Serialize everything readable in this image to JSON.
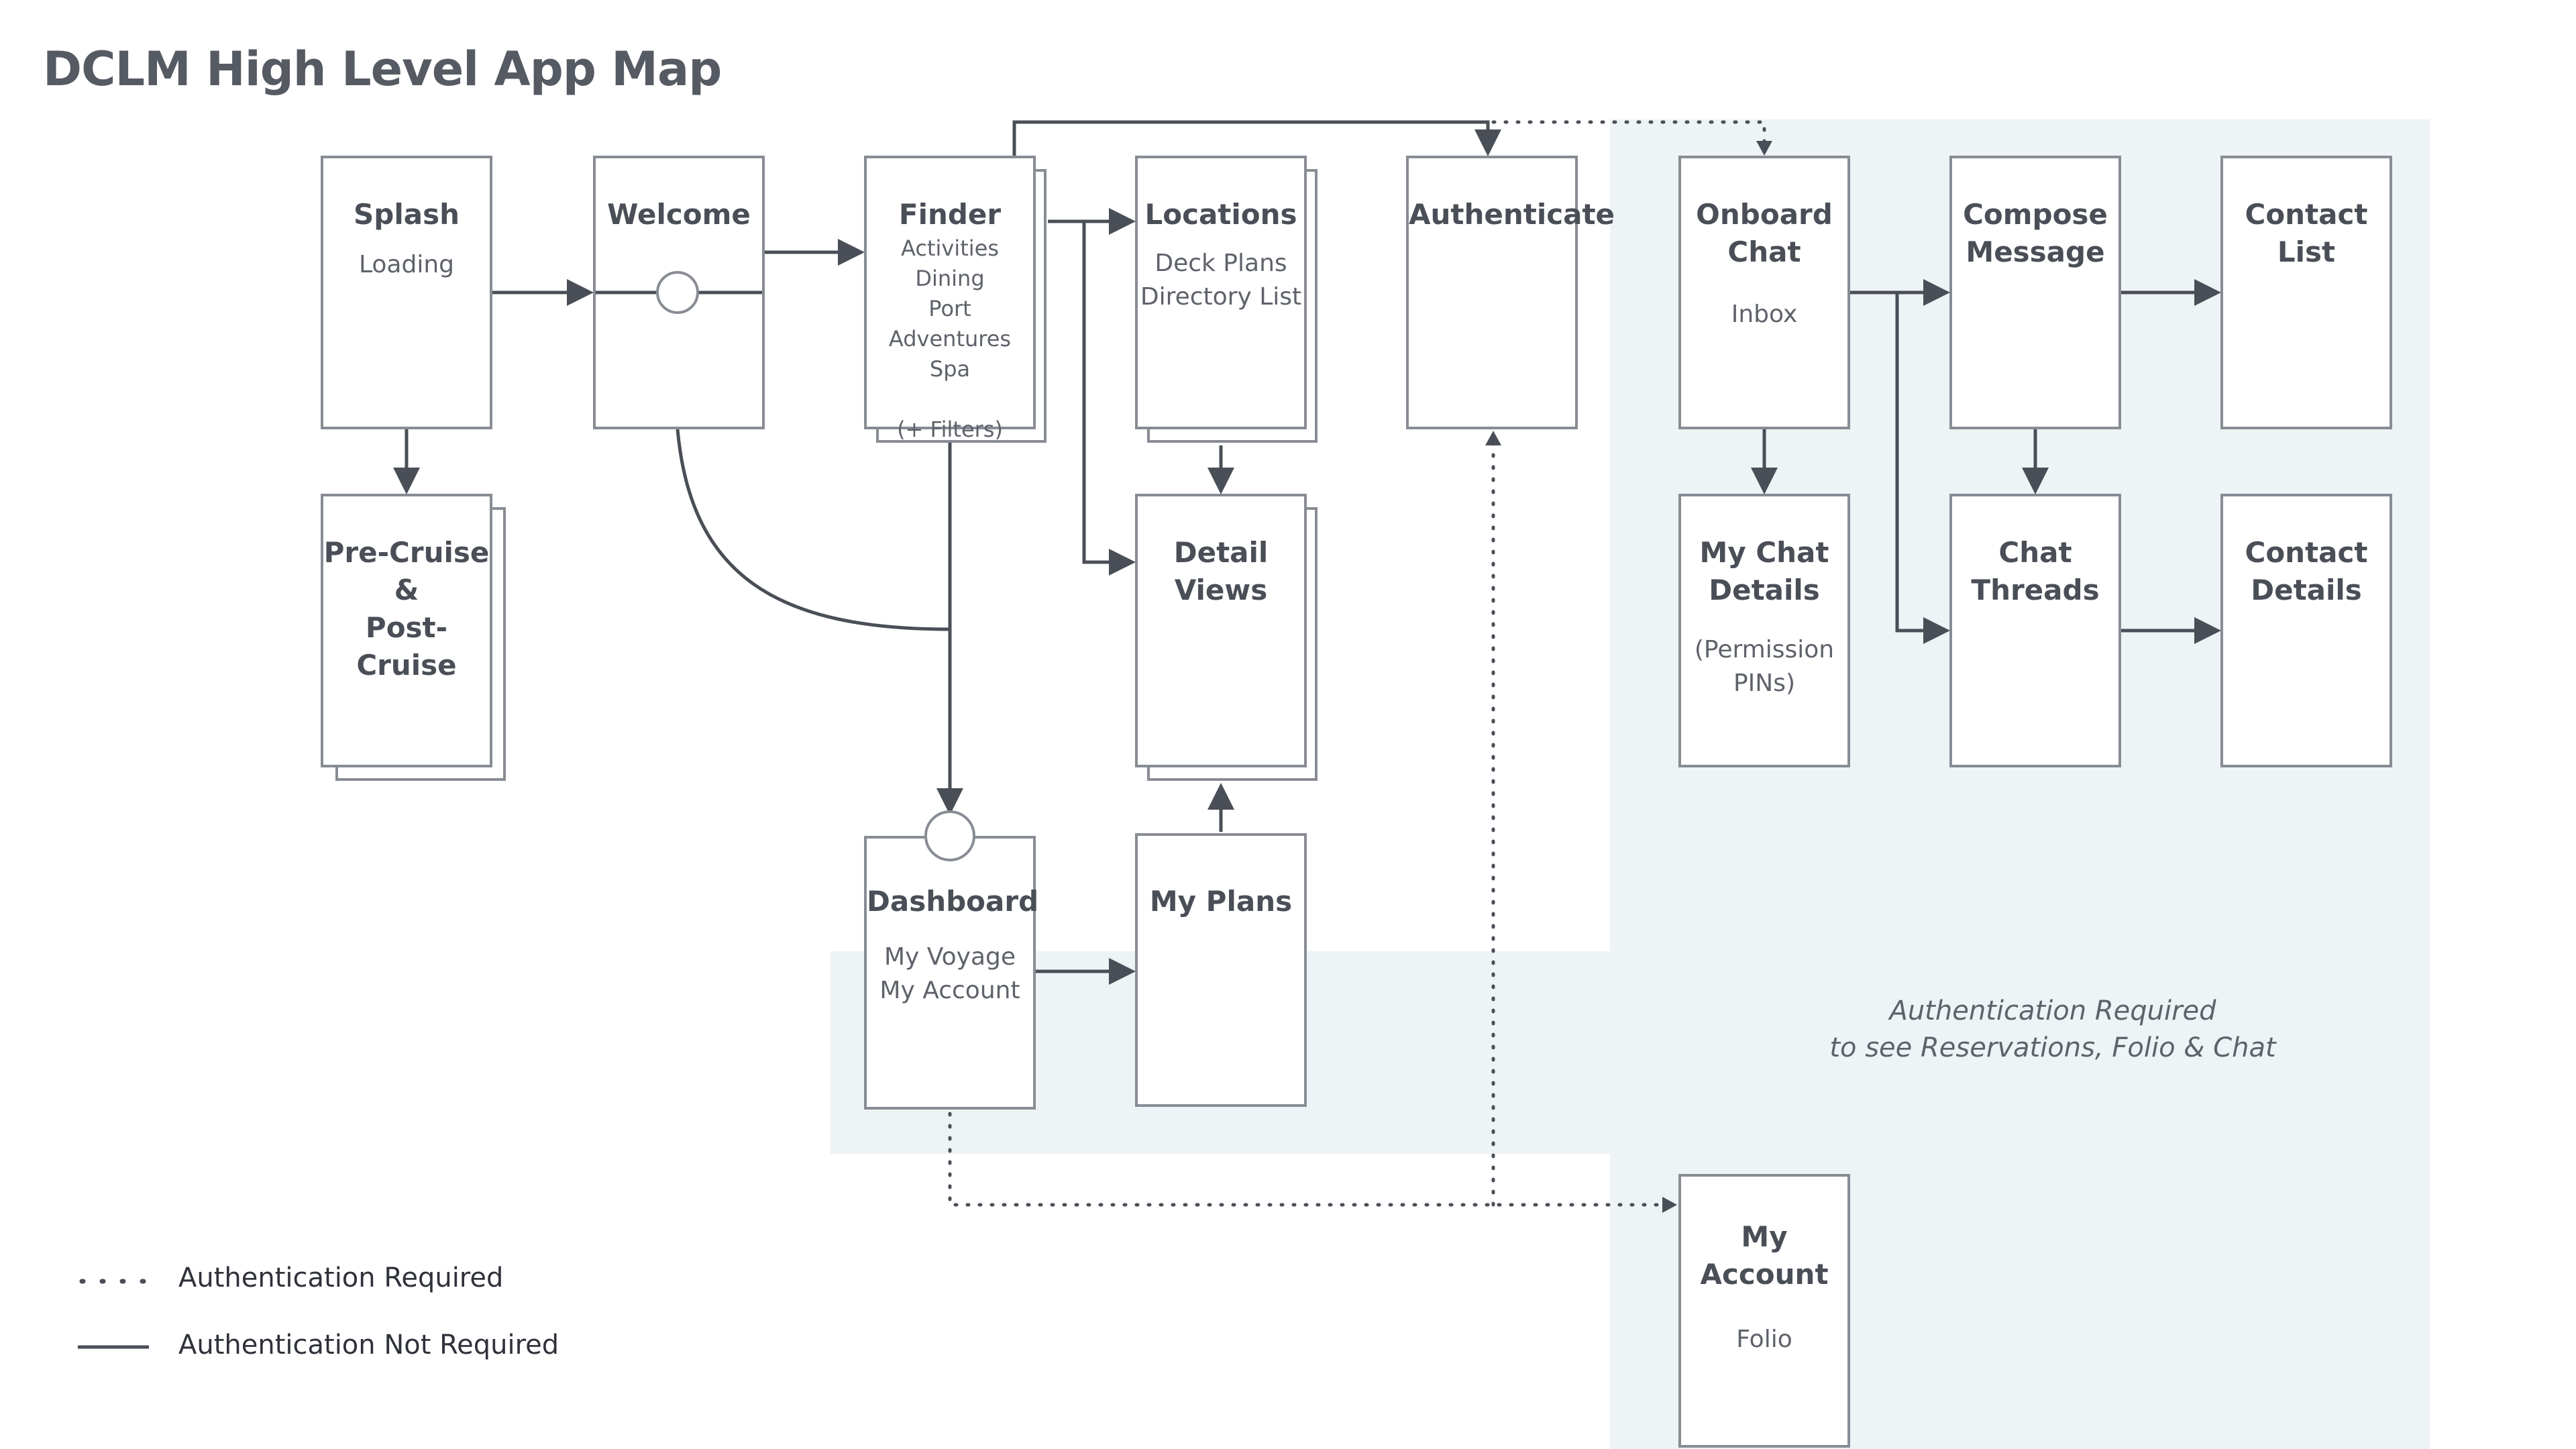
{
  "title": "DCLM High Level App Map",
  "colors": {
    "line": "#4a4e57",
    "box_border": "#888c94",
    "auth_zone": "#eef3f6",
    "text": "#4a4e57"
  },
  "boxes": {
    "splash": {
      "title": "Splash",
      "subtitle": "Loading"
    },
    "welcome": {
      "title": "Welcome"
    },
    "finder": {
      "title": "Finder",
      "subtitle": "Activities\nDining\nPort Adventures\nSpa\n\n(+ Filters)"
    },
    "locations": {
      "title": "Locations",
      "subtitle": "Deck Plans\nDirectory List"
    },
    "authenticate": {
      "title": "Authenticate"
    },
    "onboard_chat": {
      "title": "Onboard\nChat",
      "subtitle": "Inbox"
    },
    "compose_message": {
      "title": "Compose\nMessage"
    },
    "contact_list": {
      "title": "Contact\nList"
    },
    "pre_cruise": {
      "title": "Pre-Cruise\n&\nPost-Cruise"
    },
    "detail_views": {
      "title": "Detail\nViews"
    },
    "my_chat_details": {
      "title": "My Chat\nDetails",
      "subtitle": "(Permission\nPINs)"
    },
    "chat_threads": {
      "title": "Chat\nThreads"
    },
    "contact_details": {
      "title": "Contact\nDetails"
    },
    "dashboard": {
      "title": "Dashboard",
      "subtitle": "My Voyage\nMy Account"
    },
    "my_plans": {
      "title": "My Plans"
    },
    "my_account": {
      "title": "My Account",
      "subtitle": "Folio"
    }
  },
  "zone_note": "Authentication Required\nto see Reservations, Folio & Chat",
  "legend": {
    "dotted_label": "Authentication Required",
    "solid_label": "Authentication Not Required"
  }
}
